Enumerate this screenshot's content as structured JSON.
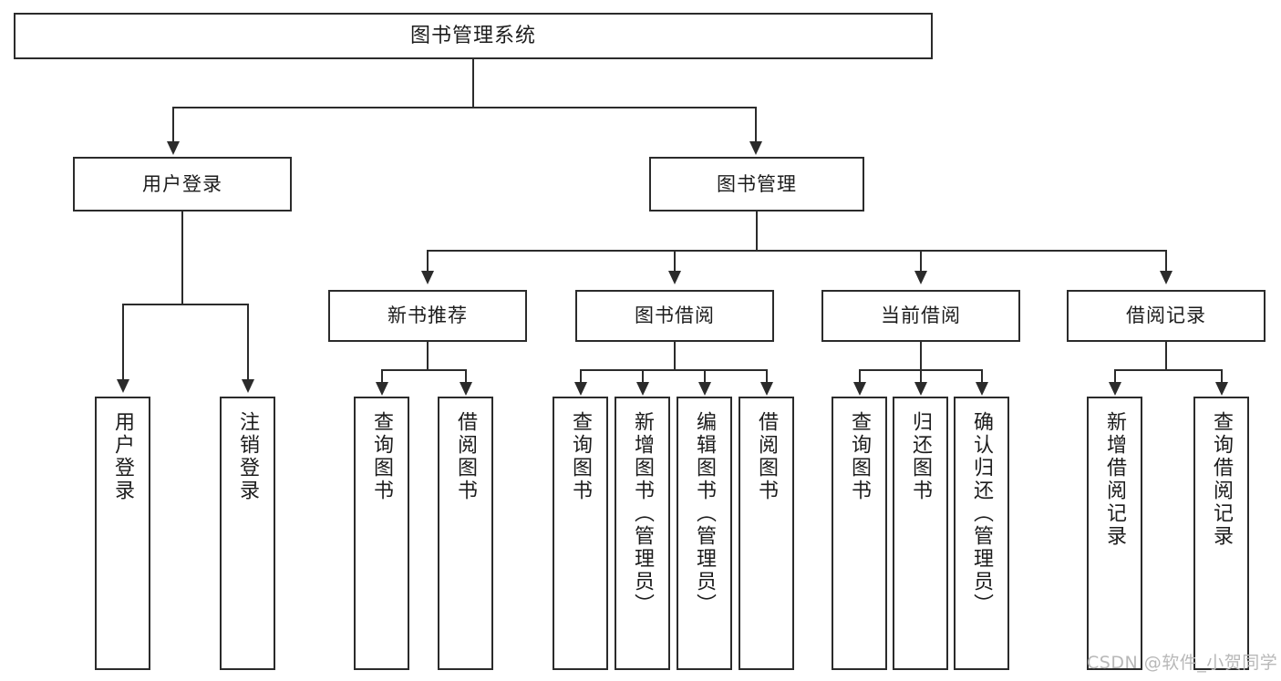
{
  "diagram": {
    "title": "图书管理系统",
    "type": "功能结构图",
    "watermark": "CSDN @软件_小贺同学",
    "colors": {
      "stroke": "#2b2b2b",
      "fill": "#ffffff",
      "text": "#1c1c1c",
      "watermark": "#b8b8b8"
    }
  },
  "nodes": {
    "root": {
      "label": "图书管理系统"
    },
    "level2": [
      {
        "id": "user-login",
        "label": "用户登录"
      },
      {
        "id": "book-manage",
        "label": "图书管理"
      }
    ],
    "level3": [
      {
        "id": "new-book-recommend",
        "label": "新书推荐"
      },
      {
        "id": "book-borrow",
        "label": "图书借阅"
      },
      {
        "id": "current-borrow",
        "label": "当前借阅"
      },
      {
        "id": "borrow-record",
        "label": "借阅记录"
      }
    ],
    "leaves": {
      "user_login": [
        {
          "id": "leaf-user-login",
          "label": "用户登录"
        },
        {
          "id": "leaf-logout",
          "label": "注销登录"
        }
      ],
      "new_book_recommend": [
        {
          "id": "leaf-query-book-1",
          "label": "查询图书"
        },
        {
          "id": "leaf-borrow-book-1",
          "label": "借阅图书"
        }
      ],
      "book_borrow": [
        {
          "id": "leaf-query-book-2",
          "label": "查询图书"
        },
        {
          "id": "leaf-add-book",
          "label": "新增图书（管理员）"
        },
        {
          "id": "leaf-edit-book",
          "label": "编辑图书（管理员）"
        },
        {
          "id": "leaf-borrow-book-2",
          "label": "借阅图书"
        }
      ],
      "current_borrow": [
        {
          "id": "leaf-query-book-3",
          "label": "查询图书"
        },
        {
          "id": "leaf-return-book",
          "label": "归还图书"
        },
        {
          "id": "leaf-confirm-return",
          "label": "确认归还（管理员）"
        }
      ],
      "borrow_record": [
        {
          "id": "leaf-add-record",
          "label": "新增借阅记录"
        },
        {
          "id": "leaf-query-record",
          "label": "查询借阅记录"
        }
      ]
    }
  }
}
